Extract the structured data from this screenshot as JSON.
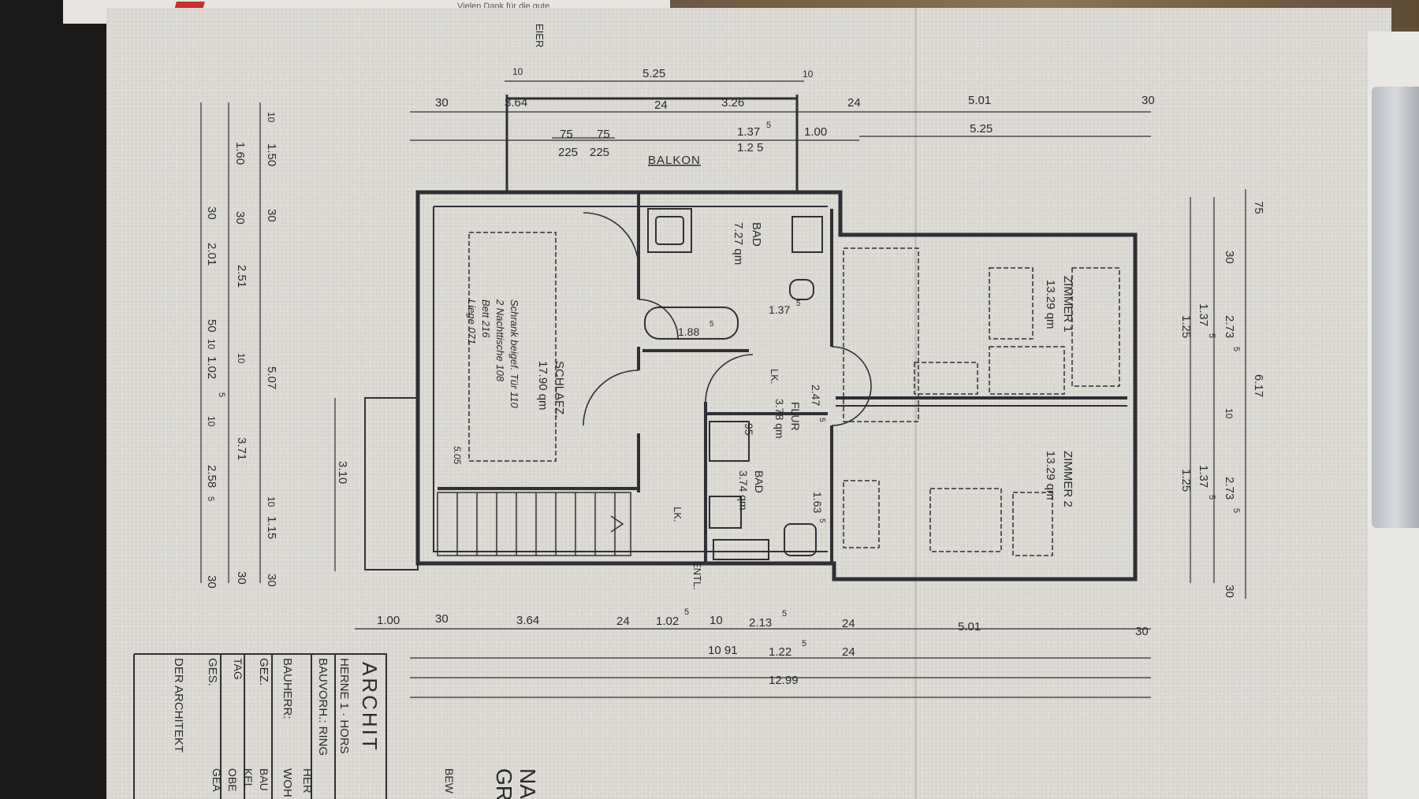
{
  "background": {
    "card_text": "Vielen Dank für die gute"
  },
  "plan": {
    "rooms": {
      "balkon": "BALKON",
      "bad_top": "BAD",
      "bad_top_area": "7.27 qm",
      "schlafz": "SCHLAFZ.",
      "schlafz_area": "17.90 qm",
      "flur": "FLUR",
      "flur_area": "3.78 qm",
      "bad_small": "BAD",
      "bad_small_area": "3.74 qm",
      "zimmer1": "ZIMMER 1",
      "zimmer1_area": "13.29 qm",
      "zimmer2": "ZIMMER 2",
      "zimmer2_area": "13.29 qm",
      "lk1": "LK.",
      "lk2": "LK.",
      "entl": "ENTL.",
      "eier": "EIER"
    },
    "notes": {
      "line1": "Schrank beigef. Tür 110",
      "line2": "2 Nachttische 108",
      "line3": "Bett 216",
      "line4": "Liege 071",
      "line5": "5.05"
    },
    "bath_labels": {
      "tub_width": "1.88",
      "tub_sup": "5",
      "bath_dim": "1.37",
      "bath_dim_sup": "5",
      "flur_dim": "2.47",
      "flur_dim_sup": "5",
      "small_dim": "95",
      "wall_dim": "1.63",
      "wall_dim_sup": "5"
    },
    "dims_top": {
      "d_10a": "10",
      "d_525": "5.25",
      "d_10b": "10",
      "d_30": "30",
      "d_364": "3.64",
      "d_24a": "24",
      "d_326": "3.26",
      "d_24b": "24",
      "d_501": "5.01",
      "d_30b": "30",
      "d_75a": "75",
      "d_75b": "75",
      "d_225a": "225",
      "d_225b": "225",
      "d_1375": "1.37",
      "d_1375_sup": "5",
      "d_125": "1.2 5",
      "d_100": "1.00",
      "d_525b": "5.25"
    },
    "dims_bottom": {
      "b_100": "1.00",
      "b_30": "30",
      "b_364": "3.64",
      "b_24": "24",
      "b_102": "1.02",
      "b_102_sup": "5",
      "b_10": "10",
      "b_213": "2.13",
      "b_213_sup": "5",
      "b_24b": "24",
      "b_501": "5.01",
      "b_30b": "30",
      "b_1091": "10 91",
      "b_122": "1.22",
      "b_122_sup": "5",
      "b_24c": "24",
      "b_1299": "12.99"
    },
    "dims_left": {
      "l_10": "10",
      "l_150": "1.50",
      "l_160": "1.60",
      "l_30a": "30",
      "l_30b": "30",
      "l_30c": "30",
      "l_201": "2.01",
      "l_251": "2.51",
      "l_50": "50",
      "l_10b": "10",
      "l_1025": "1.02",
      "l_1025_sup": "5",
      "l_10c": "10",
      "l_507": "5.07",
      "l_10d": "10",
      "l_371": "3.71",
      "l_2585": "2.58",
      "l_2585_sup": "5",
      "l_310": "3.10",
      "l_10e": "10",
      "l_115": "1.15",
      "l_30d": "30",
      "l_30e": "30",
      "l_30f": "30"
    },
    "dims_right": {
      "r_75": "75",
      "r_30": "30",
      "r_125a": "1.25",
      "r_1375a": "1.37",
      "r_1375a_sup": "5",
      "r_2735a": "2.73",
      "r_2735a_sup": "5",
      "r_617": "6.17",
      "r_10": "10",
      "r_125b": "1.25",
      "r_1375b": "1.37",
      "r_1375b_sup": "5",
      "r_2735b": "2.73",
      "r_2735b_sup": "5",
      "r_30b": "30"
    }
  },
  "title_block": {
    "firm": "ARCHIT",
    "city": "HERNE 1 · HORS",
    "bauvorh": "BAUVORH.: RING",
    "bauvorh_val": "HER",
    "bauherr": "BAUHERR:",
    "bauherr_val": "WOH",
    "gez": "GEZ.",
    "tag": "TAG",
    "ges": "GES.",
    "architekt": "DER ARCHITEKT",
    "col_bau": "BAU",
    "col_kel": "KEL",
    "col_obe": "OBE",
    "col_gea": "GEA",
    "big_na": "NA",
    "big_gr": "GR",
    "bew": "BEW"
  }
}
